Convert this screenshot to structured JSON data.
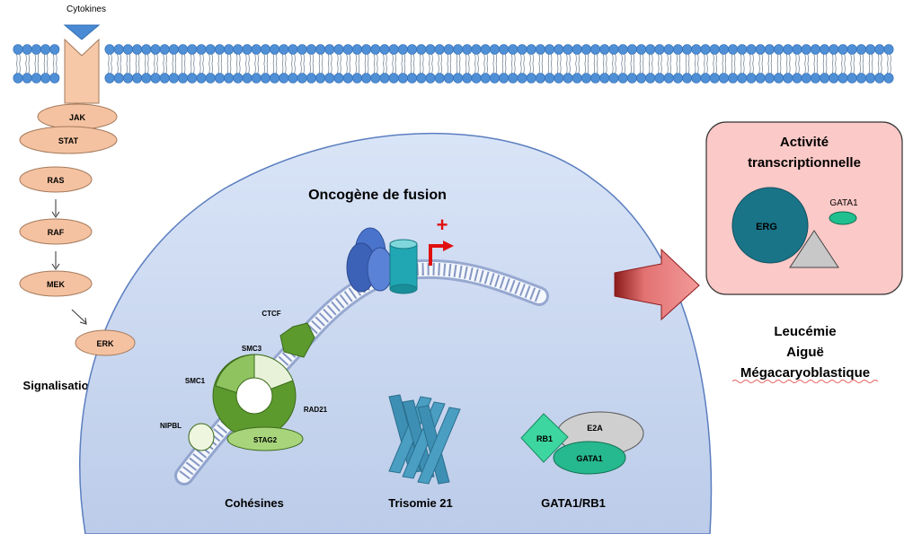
{
  "membrane": {
    "cytokines_label": "Cytokines"
  },
  "signalisation": {
    "jak": "JAK",
    "stat": "STAT",
    "ras": "RAS",
    "raf": "RAF",
    "mek": "MEK",
    "erk": "ERK",
    "section_label": "Signalisation"
  },
  "cell": {
    "oncogene_title": "Oncogène de fusion",
    "plus_sign": "+",
    "cohesin": {
      "ctcf": "CTCF",
      "smc3": "SMC3",
      "smc1": "SMC1",
      "rad21": "RAD21",
      "nipbl": "NIPBL",
      "stag2": "STAG2",
      "section_label": "Cohésines"
    },
    "trisomy_label": "Trisomie 21",
    "gata_complex": {
      "rb1": "RB1",
      "e2a": "E2A",
      "gata1": "GATA1",
      "section_label": "GATA1/RB1"
    }
  },
  "activity_box": {
    "title_line1": "Activité",
    "title_line2": "transcriptionnelle",
    "erg": "ERG",
    "gata1": "GATA1"
  },
  "outcome": {
    "line1": "Leucémie",
    "line2": "Aiguë",
    "line3": "Mégacaryoblastique"
  },
  "colors": {
    "membrane_head": "#4f8fd6",
    "cell_fill": "#cfdcf3",
    "cell_stroke": "#5b7fbf",
    "pathway_oval": "#f5c2a1",
    "cohesin_dark": "#5c9a2e",
    "cohesin_light": "#a8d57c",
    "activity_box": "#fbc9c7",
    "erg": "#1a7488",
    "arrow_red": "#f08080"
  }
}
